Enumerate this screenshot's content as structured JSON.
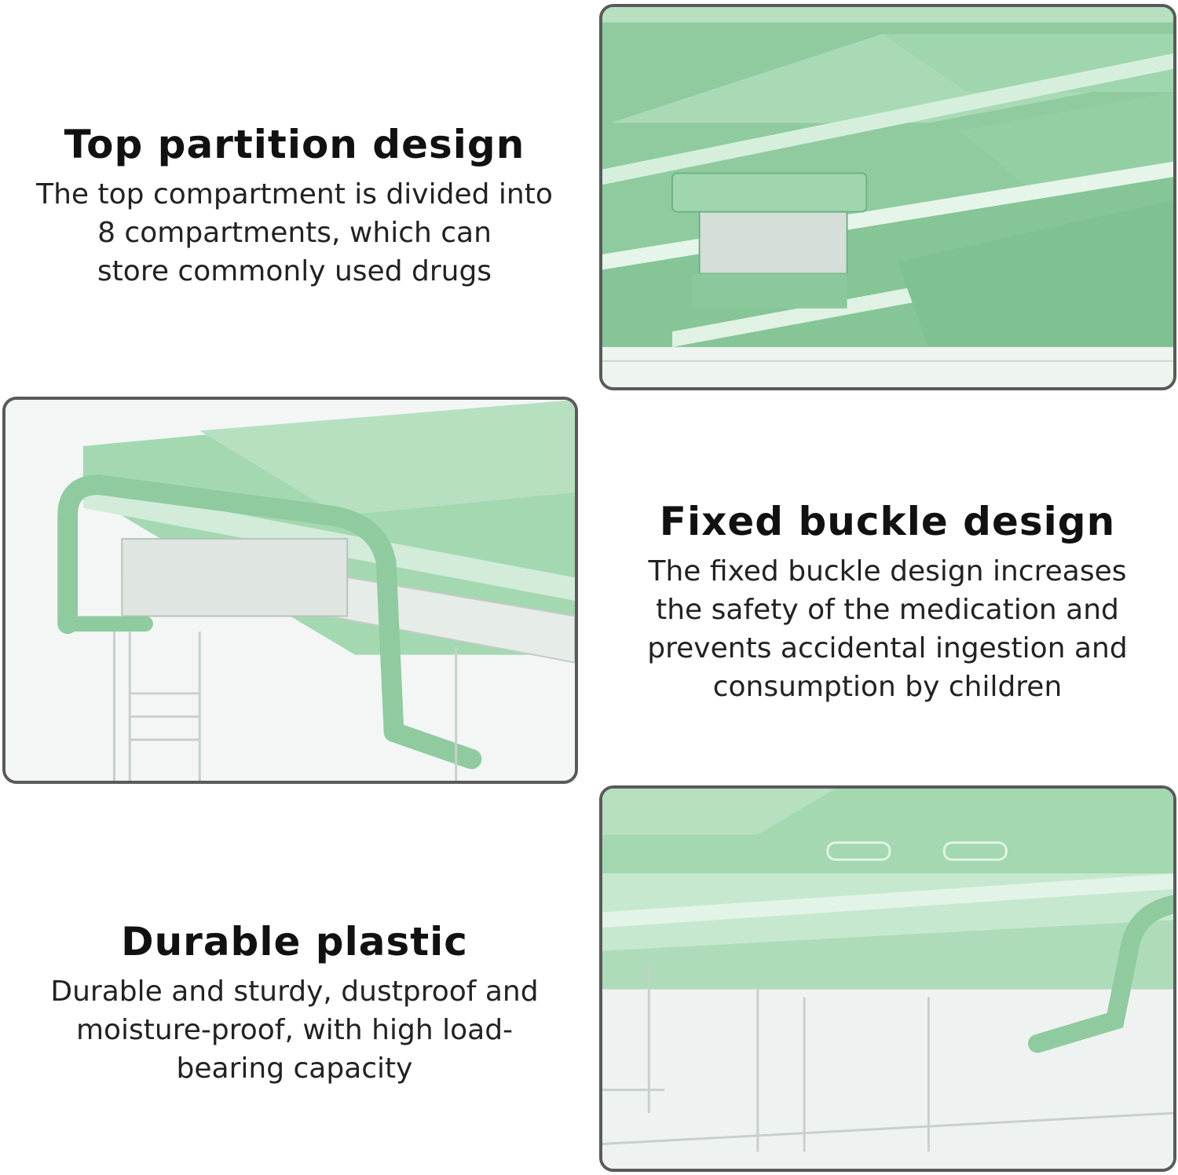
{
  "features": [
    {
      "title": "Top partition design",
      "lines": [
        "The top compartment is divided into",
        "8 compartments, which can",
        "store commonly used drugs"
      ]
    },
    {
      "title": "Fixed buckle design",
      "lines": [
        "The fixed buckle design increases",
        "the safety of the medication and",
        "prevents accidental ingestion and",
        "consumption by children"
      ]
    },
    {
      "title": "Durable plastic",
      "lines": [
        "Durable and sturdy, dustproof and",
        "moisture-proof, with high load-",
        "bearing capacity"
      ]
    }
  ],
  "colors": {
    "lid_green": "#9fd6ad",
    "lid_green_dark": "#7fc191",
    "lid_green_light": "#c2e7cb",
    "frame_gray": "#5a5a5a",
    "clear_plastic": "#e9eeec"
  }
}
